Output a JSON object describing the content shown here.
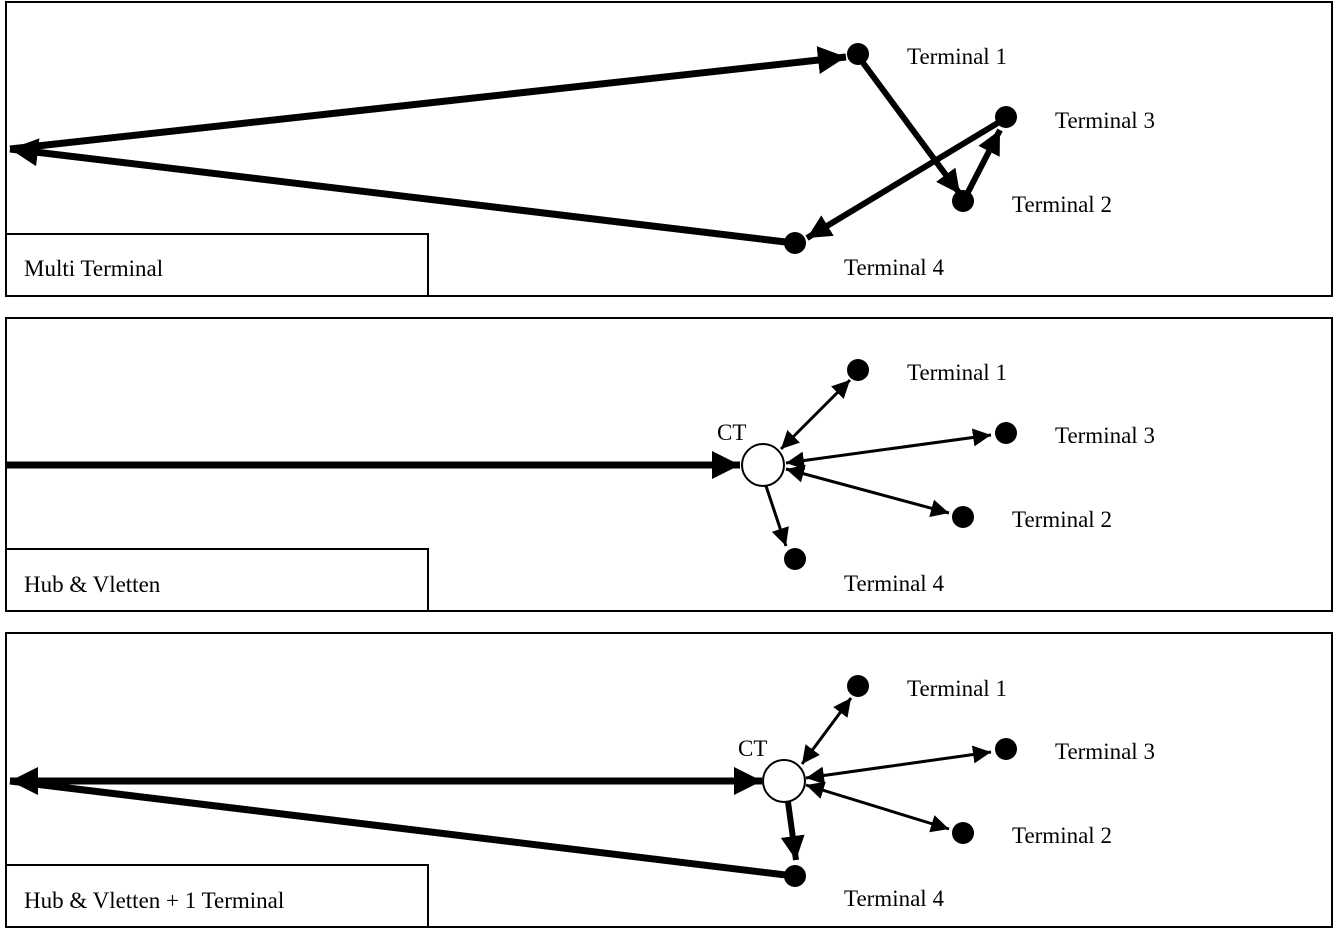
{
  "colors": {
    "stroke": "#000000",
    "background": "#ffffff",
    "hub_fill": "#ffffff"
  },
  "panels": [
    {
      "title": "Multi Terminal",
      "terminals": {
        "t1": "Terminal 1",
        "t3": "Terminal 3",
        "t2": "Terminal 2",
        "t4": "Terminal 4"
      }
    },
    {
      "title": "Hub & Vletten",
      "hub_label": "CT",
      "terminals": {
        "t1": "Terminal 1",
        "t3": "Terminal 3",
        "t2": "Terminal 2",
        "t4": "Terminal 4"
      }
    },
    {
      "title": "Hub & Vletten + 1 Terminal",
      "hub_label": "CT",
      "terminals": {
        "t1": "Terminal 1",
        "t3": "Terminal 3",
        "t2": "Terminal 2",
        "t4": "Terminal 4"
      }
    }
  ]
}
